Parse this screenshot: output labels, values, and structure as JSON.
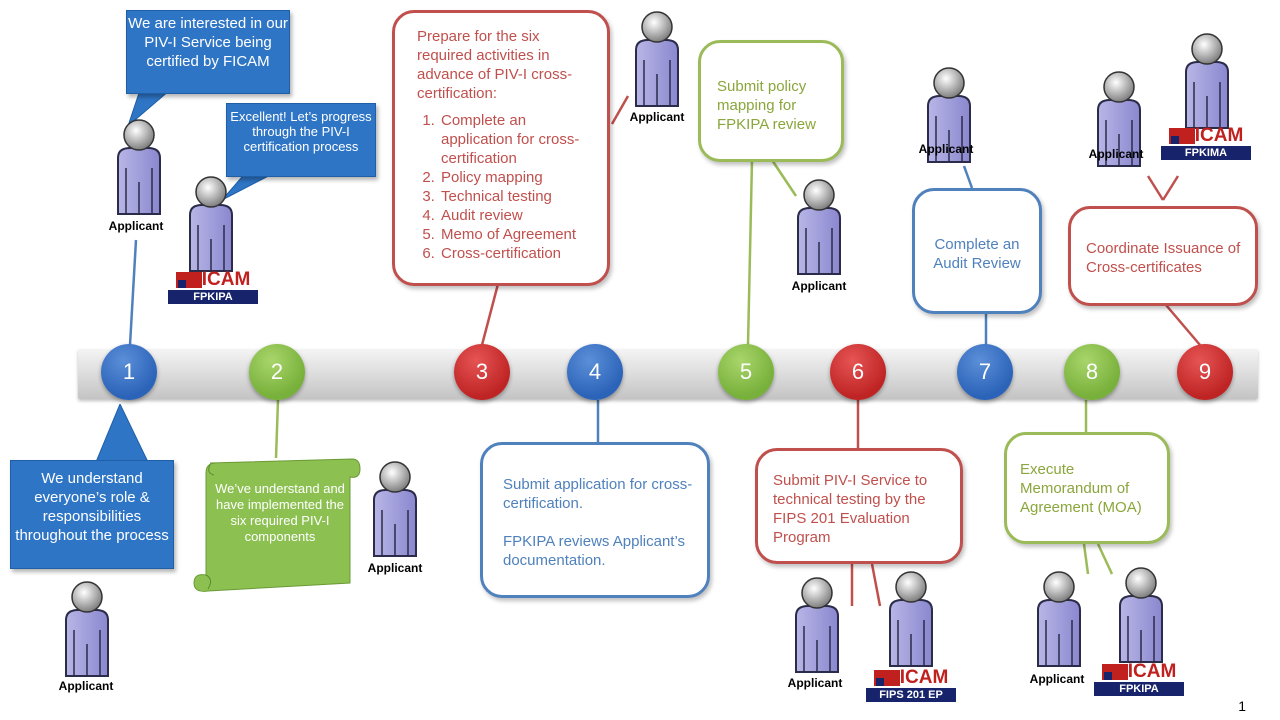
{
  "steps": [
    "1",
    "2",
    "3",
    "4",
    "5",
    "6",
    "7",
    "8",
    "9"
  ],
  "actor_label": "Applicant",
  "logo_word": "ICAM",
  "callouts": {
    "interest": "We are interested in our PIV-I Service being certified by FICAM",
    "excellent": "Excellent! Let’s progress through the PIV-I certification process",
    "understand": "We understand everyone’s role & responsibilities throughout the process",
    "implemented": "We’ve understand and have implemented the six required PIV-I components"
  },
  "boxes": {
    "prepare_intro": "Prepare for the six required activities in advance of PIV-I cross-certification:",
    "activities": [
      "Complete an application for cross-certification",
      "Policy mapping",
      "Technical testing",
      "Audit review",
      "Memo of Agreement",
      "Cross-certification"
    ],
    "submit_app_1": "Submit application for cross-certification.",
    "submit_app_2": "FPKIPA reviews Applicant’s documentation.",
    "policy_mapping": "Submit policy mapping for FPKIPA review",
    "testing": "Submit PIV-I Service to technical testing by the FIPS 201 Evaluation Program",
    "audit": "Complete an Audit Review",
    "moa": "Execute Memorandum of Agreement (MOA)",
    "coordinate": "Coordinate Issuance of Cross-certificates"
  },
  "logos": {
    "fpkipa": "FPKIPA",
    "fips": "FIPS 201 EP",
    "fpkima": "FPKIMA"
  },
  "colors": {
    "blue": "#2b63b8",
    "green": "#77b03a",
    "red": "#bf2424",
    "navy": "#17246b"
  },
  "page_number": "1"
}
